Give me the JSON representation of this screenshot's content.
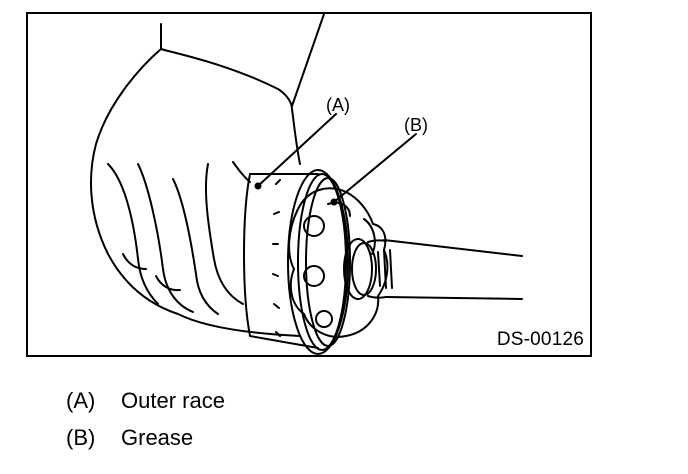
{
  "figure": {
    "callouts": [
      {
        "id": "A",
        "label": "(A)"
      },
      {
        "id": "B",
        "label": "(B)"
      }
    ],
    "code": "DS-00126",
    "icons": [
      "hand-illustration",
      "outer-race-illustration",
      "grease-illustration",
      "shaft-illustration"
    ]
  },
  "legend": [
    {
      "key": "(A)",
      "text": "Outer race"
    },
    {
      "key": "(B)",
      "text": "Grease"
    }
  ]
}
